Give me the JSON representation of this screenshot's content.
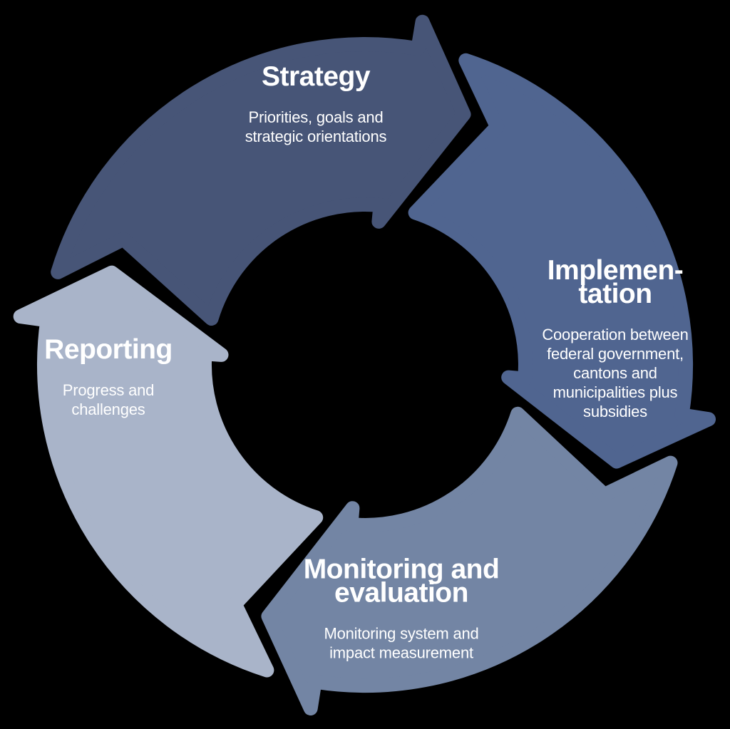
{
  "diagram": {
    "name": "policy-cycle",
    "direction": "clockwise",
    "background_color": "#000000",
    "text_color": "#ffffff",
    "segments": [
      {
        "id": "strategy",
        "title": "Strategy",
        "subtitle": "Priorities, goals and\nstrategic orientations",
        "color": "#475577"
      },
      {
        "id": "implementation",
        "title": "Implemen-\ntation",
        "subtitle": "Cooperation between\nfederal government,\ncantons and\nmunicipalities plus\nsubsidies",
        "color": "#506590"
      },
      {
        "id": "monitoring",
        "title": "Monitoring and\nevaluation",
        "subtitle": "Monitoring system and\nimpact measurement",
        "color": "#7385A4"
      },
      {
        "id": "reporting",
        "title": "Reporting",
        "subtitle": "Progress and\nchallenges",
        "color": "#A9B4C9"
      }
    ]
  }
}
